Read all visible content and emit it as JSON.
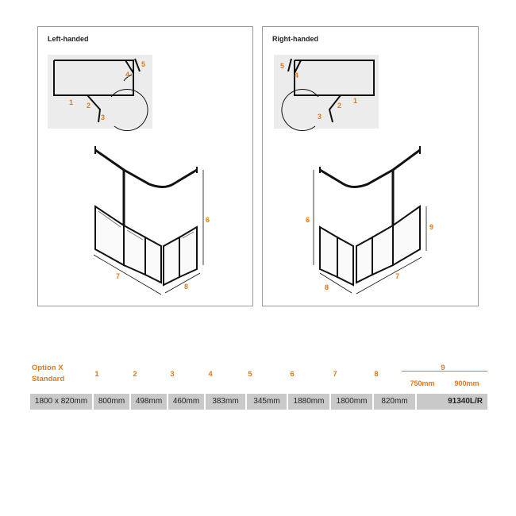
{
  "panels": {
    "left_title": "Left-handed",
    "right_title": "Right-handed"
  },
  "diagram_labels": {
    "left_plan": [
      "1",
      "2",
      "3",
      "4",
      "5"
    ],
    "left_iso": [
      "6",
      "7",
      "8"
    ],
    "right_plan": [
      "1",
      "2",
      "3",
      "4",
      "5"
    ],
    "right_iso": [
      "6",
      "7",
      "8",
      "9"
    ]
  },
  "table": {
    "option_label": "Option X",
    "standard_label": "Standard",
    "columns": [
      "1",
      "2",
      "3",
      "4",
      "5",
      "6",
      "7",
      "8",
      "9"
    ],
    "sub_columns": [
      "750mm",
      "900mm"
    ],
    "row": [
      "1800 x 820mm",
      "800mm",
      "498mm",
      "460mm",
      "383mm",
      "345mm",
      "1880mm",
      "1800mm",
      "820mm",
      "91340L/R"
    ]
  },
  "colors": {
    "accent": "#e07a1f",
    "row_bg": "#c9c9c9",
    "frame": "#111111"
  }
}
